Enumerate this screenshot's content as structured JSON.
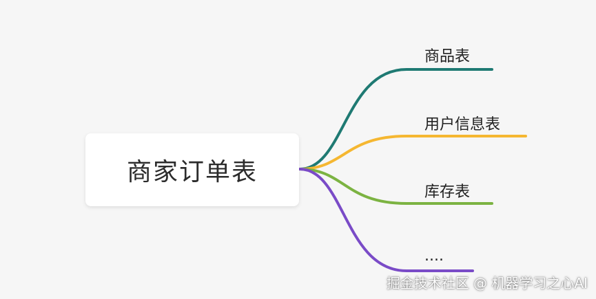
{
  "diagram": {
    "type": "mind-map",
    "root": {
      "label": "商家订单表"
    },
    "branches": [
      {
        "label": "商品表",
        "color": "#1f7a73"
      },
      {
        "label": "用户信息表",
        "color": "#f5b731"
      },
      {
        "label": "库存表",
        "color": "#7cb342"
      },
      {
        "label": "....",
        "color": "#7a4bc7"
      }
    ]
  },
  "watermark": {
    "text": "掘金技术社区 @ 机器学习之心AI"
  }
}
